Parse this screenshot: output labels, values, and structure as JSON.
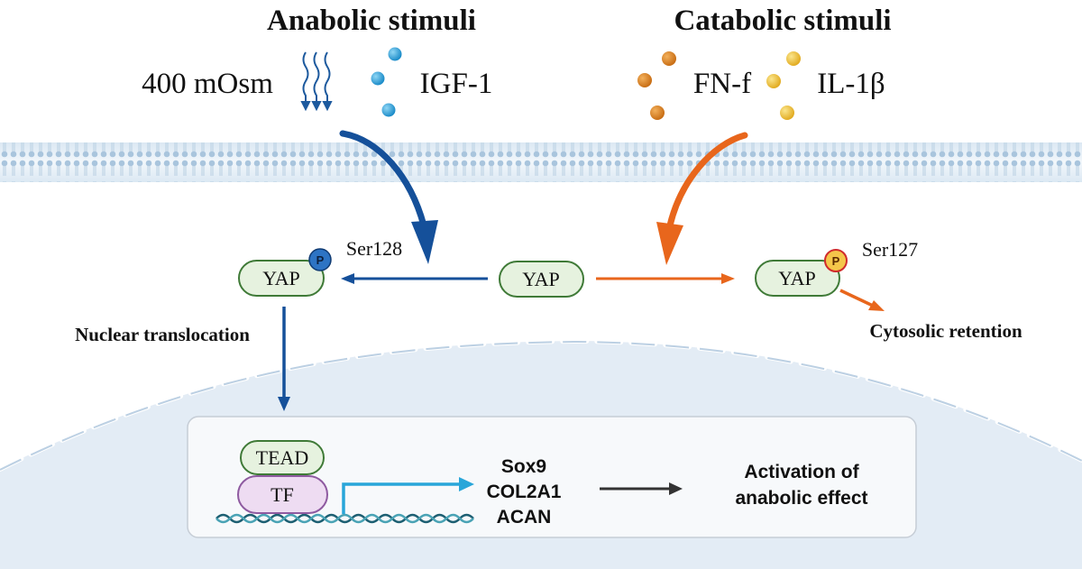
{
  "anabolic": {
    "title": "Anabolic stimuli",
    "osmolarity_label": "400 mOsm",
    "growth_factor_label": "IGF-1"
  },
  "catabolic": {
    "title": "Catabolic stimuli",
    "fragment_label": "FN-f",
    "cytokine_label": "IL-1β"
  },
  "yap": {
    "left_label": "YAP",
    "center_label": "YAP",
    "right_label": "YAP",
    "phospho_symbol_left": "P",
    "phospho_symbol_right": "P",
    "left_site": "Ser128",
    "right_site": "Ser127"
  },
  "nuclear_translocation_label": "Nuclear translocation",
  "cytosolic_retention_label": "Cytosolic retention",
  "nucleus": {
    "tead_label": "TEAD",
    "tf_label": "TF",
    "genes": [
      "Sox9",
      "COL2A1",
      "ACAN"
    ],
    "effect_line1": "Activation of",
    "effect_line2": "anabolic effect"
  },
  "colors": {
    "anabolic_arrow": "#15509a",
    "catabolic_arrow": "#e8661c",
    "yap_fill": "#e6f2df",
    "yap_stroke": "#3f7a37",
    "tf_fill": "#eedcf2",
    "tf_stroke": "#8e5aa0",
    "phospho_blue": "#2d74c4",
    "phospho_yellow": "#f4c64a",
    "phospho_red_ring": "#d02b2b",
    "nucleus_fill": "#e3ecf5",
    "membrane": "#a9c5dd",
    "promoter_arrow": "#29a6d9",
    "dna_strand": "#1d5f72"
  }
}
